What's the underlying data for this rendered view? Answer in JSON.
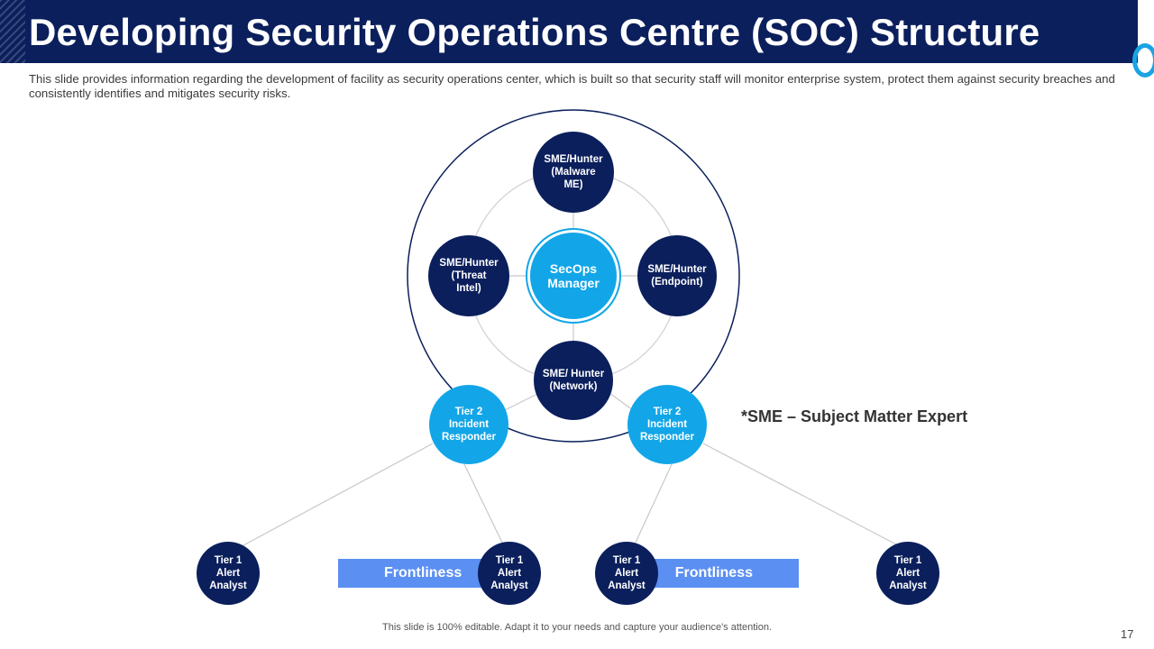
{
  "title": "Developing Security Operations Centre (SOC) Structure",
  "description": "This slide provides information regarding the development of facility as security operations center, which is built so that security staff will monitor enterprise system, protect them against security breaches and consistently identifies and mitigates security risks.",
  "diagram": {
    "manager": [
      "SecOps",
      "Manager"
    ],
    "sme_malware": [
      "SME/Hunter",
      "(Malware",
      "ME)"
    ],
    "sme_threat": [
      "SME/Hunter",
      "(Threat",
      "Intel)"
    ],
    "sme_endpoint": [
      "SME/Hunter",
      "(Endpoint)"
    ],
    "sme_network": [
      "SME/ Hunter",
      "(Network)"
    ],
    "tier2_left": [
      "Tier 2",
      "Incident",
      "Responder"
    ],
    "tier2_right": [
      "Tier 2",
      "Incident",
      "Responder"
    ],
    "tier1": [
      "Tier 1",
      "Alert",
      "Analyst"
    ],
    "frontline_left": "Frontliness",
    "frontline_right": "Frontliness"
  },
  "sme_note": "*SME – Subject Matter Expert",
  "footer": "This slide is 100% editable. Adapt it to your needs and capture your audience's attention.",
  "page_number": "17",
  "colors": {
    "navy": "#0b1f5c",
    "cyan": "#12a6e8",
    "frontline_blue": "#5b8ff2",
    "line_gray": "#c8c8c8"
  }
}
